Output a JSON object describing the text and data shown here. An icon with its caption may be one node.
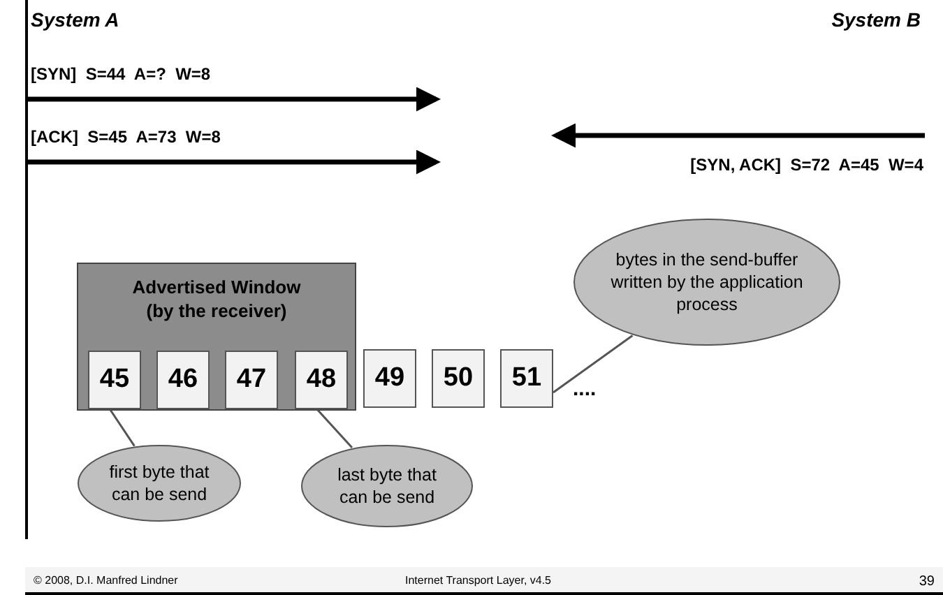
{
  "diagram": {
    "nodes": [
      {
        "text": [
          "Advertised Window (by the receiver)"
        ]
      },
      {
        "text": [
          "45"
        ],
        "in": 0
      },
      {
        "text": [
          "46"
        ],
        "in": 0
      },
      {
        "text": [
          "47"
        ],
        "in": 0
      },
      {
        "text": [
          "48"
        ],
        "in": 0
      },
      {
        "text": [
          "49"
        ]
      },
      {
        "text": [
          "50"
        ]
      },
      {
        "text": [
          "51"
        ]
      },
      {
        "text": [
          "bytes in the send-buffer written by the application process"
        ]
      },
      {
        "text": [
          "first byte that can be send"
        ]
      },
      {
        "text": [
          "last byte that can be send"
        ]
      }
    ],
    "edges": [
      {
        "from": 8,
        "to": 7,
        "arrow": "none"
      },
      {
        "from": 9,
        "to": 1,
        "arrow": "none"
      },
      {
        "from": 10,
        "to": 4,
        "arrow": "none"
      }
    ],
    "labels": [
      "System A",
      "System B",
      "[SYN]  S=44  A=?  W=8",
      "[ACK]  S=45  A=73  W=8",
      "[SYN, ACK]  S=72  A=45  W=4",
      "....",
      "© 2008, D.I. Manfred Lindner",
      "Internet Transport Layer, v4.5",
      "39"
    ]
  }
}
